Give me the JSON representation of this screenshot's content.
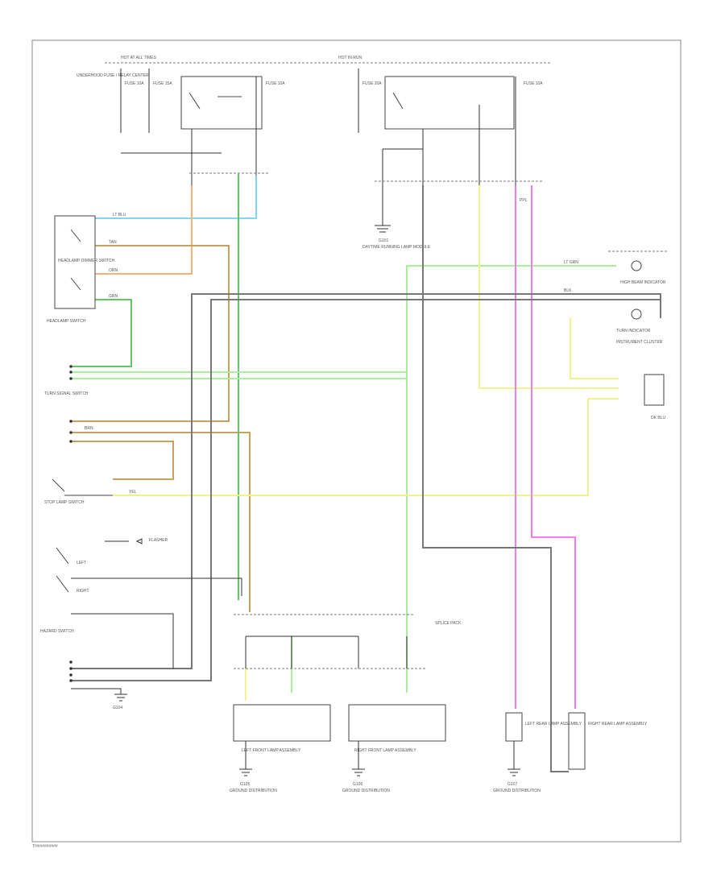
{
  "diagram": {
    "footer_code": "TH#########",
    "colors": {
      "light_blue": "#7fd6ee",
      "orange": "#f4b27a",
      "tan_brown": "#c8a25c",
      "green": "#63c463",
      "light_green": "#a8ee9c",
      "yellow": "#f2f28a",
      "pink": "#f07cf0",
      "gray_black": "#777777"
    },
    "labels": {
      "top_left_fuse_header": "HOT AT ALL TIMES",
      "top_right_fuse_header": "HOT IN RUN",
      "underhood_box": "UNDERHOOD FUSE / RELAY CENTER",
      "dimmer_switch": "HEADLAMP DIMMER SWITCH",
      "headlamp_switch": "HEADLAMP SWITCH",
      "turn_signal_switch": "TURN SIGNAL SWITCH",
      "hazard_switch": "HAZARD SWITCH",
      "stop_lamp_switch": "STOP LAMP SWITCH",
      "turn_left": "LEFT",
      "turn_right": "RIGHT",
      "flasher": "FLASHER",
      "instrument_cluster": "INSTRUMENT CLUSTER",
      "high_beam_ind": "HIGH BEAM INDICATOR",
      "turn_ind": "TURN INDICATOR",
      "ground_left_mid": "G101",
      "ground_left_bottom": "G104",
      "ground_1": "G105",
      "ground_2": "G106",
      "ground_3": "G107",
      "front_left_lamp": "LEFT FRONT LAMP ASSEMBLY",
      "front_right_lamp": "RIGHT FRONT LAMP ASSEMBLY",
      "rear_left_lamp": "LEFT REAR LAMP ASSEMBLY",
      "rear_right_lamp": "RIGHT REAR LAMP ASSEMBLY",
      "center_junction": "SPLICE PACK",
      "daytime_module": "DAYTIME RUNNING LAMP MODULE",
      "gnd_ref_1": "GROUND DISTRIBUTION",
      "gnd_ref_2": "GROUND DISTRIBUTION",
      "gnd_ref_3": "GROUND DISTRIBUTION",
      "fuse_a": "FUSE 10A",
      "fuse_b": "FUSE 15A",
      "fuse_c": "FUSE 10A",
      "fuse_d": "FUSE 20A",
      "fuse_e": "FUSE 10A",
      "wire_lt_blu": "LT BLU",
      "wire_orn": "ORN",
      "wire_tan": "TAN",
      "wire_grn": "GRN",
      "wire_lt_grn": "LT GRN",
      "wire_yel": "YEL",
      "wire_ppl": "PPL",
      "wire_blk": "BLK",
      "wire_brn": "BRN",
      "wire_dk_blu": "DK BLU"
    }
  }
}
